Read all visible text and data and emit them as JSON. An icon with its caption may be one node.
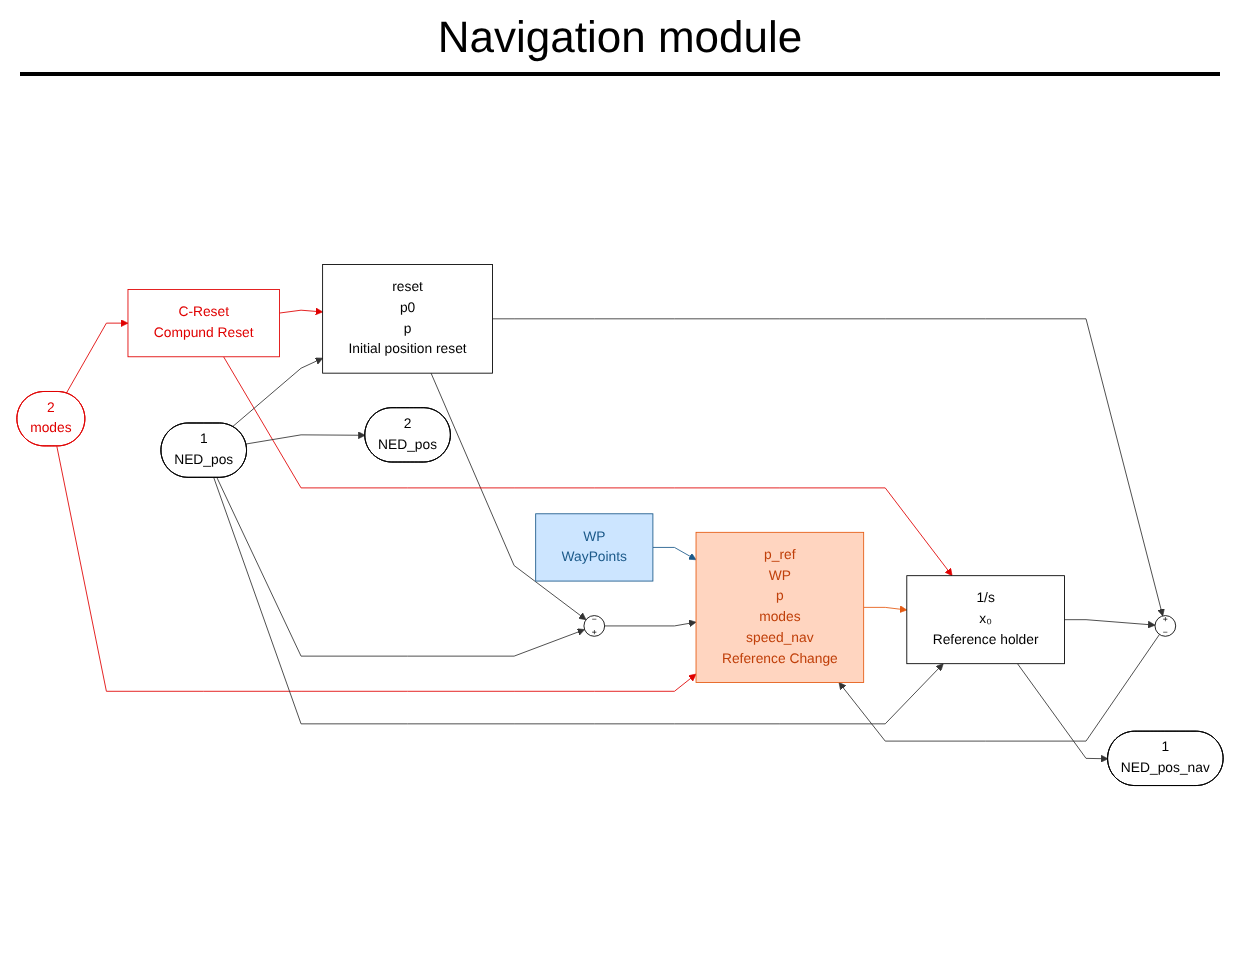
{
  "diagram": {
    "title": "Navigation module",
    "nodes": [
      {
        "text": [
          "reset",
          "p0",
          "p",
          "Initial position reset"
        ]
      },
      {
        "text": [
          "+",
          "−"
        ]
      },
      {
        "text": [
          "−",
          "+"
        ]
      },
      {
        "text": [
          "WP",
          "WayPoints"
        ]
      },
      {
        "text": [
          "p_ref",
          "WP",
          "p",
          "modes",
          "speed_nav",
          "Reference Change"
        ]
      },
      {
        "text": [
          "2",
          "modes"
        ]
      },
      {
        "text": [
          "C-Reset",
          "Compund Reset"
        ]
      },
      {
        "text": [
          "1",
          "NED_pos"
        ]
      },
      {
        "text": [
          "1/s",
          "x₀",
          "Reference holder"
        ]
      },
      {
        "text": [
          "1",
          "NED_pos_nav"
        ]
      },
      {
        "text": [
          "2",
          "NED_pos"
        ]
      }
    ],
    "edges": [
      {
        "from": 0,
        "to": 1,
        "arrow": "to"
      },
      {
        "from": 0,
        "to": 2,
        "arrow": "to"
      },
      {
        "from": 8,
        "to": 1,
        "arrow": "to"
      },
      {
        "from": 7,
        "to": 2,
        "arrow": "to"
      },
      {
        "from": 1,
        "to": 4,
        "arrow": "to"
      },
      {
        "from": 3,
        "to": 4,
        "arrow": "to",
        "color": "#1c5a8a"
      },
      {
        "from": 2,
        "to": 4,
        "arrow": "to"
      },
      {
        "from": 5,
        "to": 4,
        "arrow": "to",
        "color": "#e00000"
      },
      {
        "from": 5,
        "to": 6,
        "arrow": "to",
        "color": "#e00000"
      },
      {
        "from": 6,
        "to": 0,
        "arrow": "to",
        "color": "#e00000"
      },
      {
        "from": 6,
        "to": 8,
        "arrow": "to",
        "color": "#e00000"
      },
      {
        "from": 4,
        "to": 8,
        "arrow": "to",
        "color": "#e55b13"
      },
      {
        "from": 7,
        "to": 0,
        "arrow": "to"
      },
      {
        "from": 7,
        "to": 8,
        "arrow": "to"
      },
      {
        "from": 7,
        "to": 10,
        "arrow": "to"
      },
      {
        "from": 8,
        "to": 9,
        "arrow": "to"
      }
    ]
  }
}
